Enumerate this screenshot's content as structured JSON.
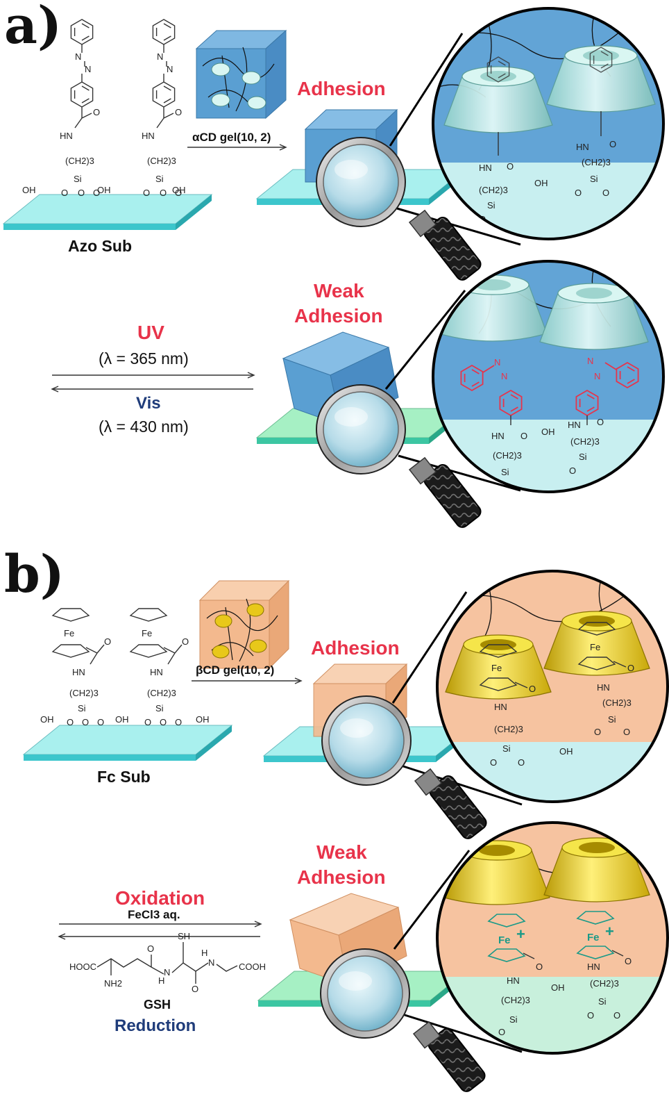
{
  "panel_a": {
    "label": "a)",
    "substrate_name": "Azo Sub",
    "gel_label": "αCD gel(10, 2)",
    "adhesion_label": "Adhesion",
    "weak_adhesion_line1": "Weak",
    "weak_adhesion_line2": "Adhesion",
    "forward_stimulus": "UV",
    "forward_condition": "(λ = 365 nm)",
    "reverse_stimulus": "Vis",
    "reverse_condition": "(λ = 430 nm)",
    "chem": {
      "n_label": "N",
      "amide_o": "O",
      "amide_hn": "HN",
      "linker": "(CH2)3",
      "si": "Si",
      "o": "O",
      "oh": "OH"
    }
  },
  "panel_b": {
    "label": "b)",
    "substrate_name": "Fc Sub",
    "gel_label": "βCD gel(10, 2)",
    "adhesion_label": "Adhesion",
    "weak_adhesion_line1": "Weak",
    "weak_adhesion_line2": "Adhesion",
    "forward_stimulus": "Oxidation",
    "forward_reagent": "FeCl3 aq.",
    "reverse_reagent": "GSH",
    "reverse_stimulus": "Reduction",
    "chem": {
      "fe": "Fe",
      "fe_plus": "Fe",
      "plus": "+",
      "amide_o": "O",
      "amide_hn": "HN",
      "linker": "(CH2)3",
      "si": "Si",
      "o": "O",
      "oh": "OH",
      "gsh_hooc": "HOOC",
      "gsh_cooh": "COOH",
      "gsh_sh": "SH",
      "gsh_nh2": "NH2",
      "gsh_h": "H",
      "gsh_n": "N",
      "gsh_o": "O"
    }
  },
  "colors": {
    "glass_top": "#a9f0ee",
    "glass_edge": "#3cc6cc",
    "glass_green_top": "#a6f0c4",
    "blue_gel": "#5a9fd2",
    "orange_gel": "#f3b98e",
    "cd_teal": "#bfe8e4",
    "cd_gold": "#e8c81a",
    "highlight_red": "#e8334a",
    "highlight_blue": "#1f3c7a",
    "ferrocenium_teal": "#1a9a88"
  }
}
